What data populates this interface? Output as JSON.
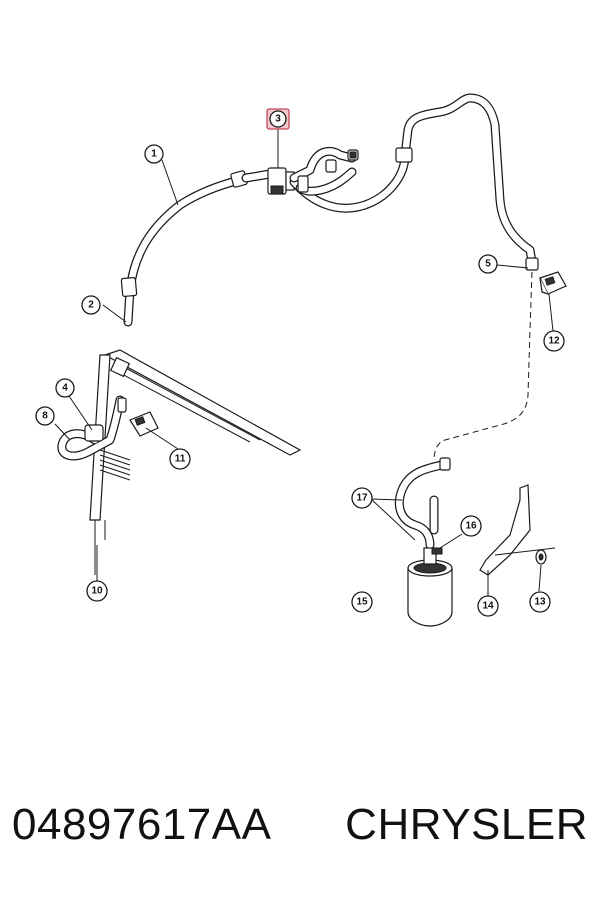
{
  "diagram": {
    "callouts": [
      {
        "id": "c1",
        "label": "1"
      },
      {
        "id": "c2",
        "label": "2"
      },
      {
        "id": "c3",
        "label": "3",
        "highlighted": true
      },
      {
        "id": "c4",
        "label": "4"
      },
      {
        "id": "c5",
        "label": "5"
      },
      {
        "id": "c8",
        "label": "8"
      },
      {
        "id": "c10",
        "label": "10"
      },
      {
        "id": "c11",
        "label": "11"
      },
      {
        "id": "c12",
        "label": "12"
      },
      {
        "id": "c13",
        "label": "13"
      },
      {
        "id": "c14",
        "label": "14"
      },
      {
        "id": "c15",
        "label": "15"
      },
      {
        "id": "c16",
        "label": "16"
      },
      {
        "id": "c17",
        "label": "17"
      }
    ],
    "highlight_color": "#f4c7cc"
  },
  "footer": {
    "part_number": "04897617AA",
    "brand": "CHRYSLER"
  }
}
